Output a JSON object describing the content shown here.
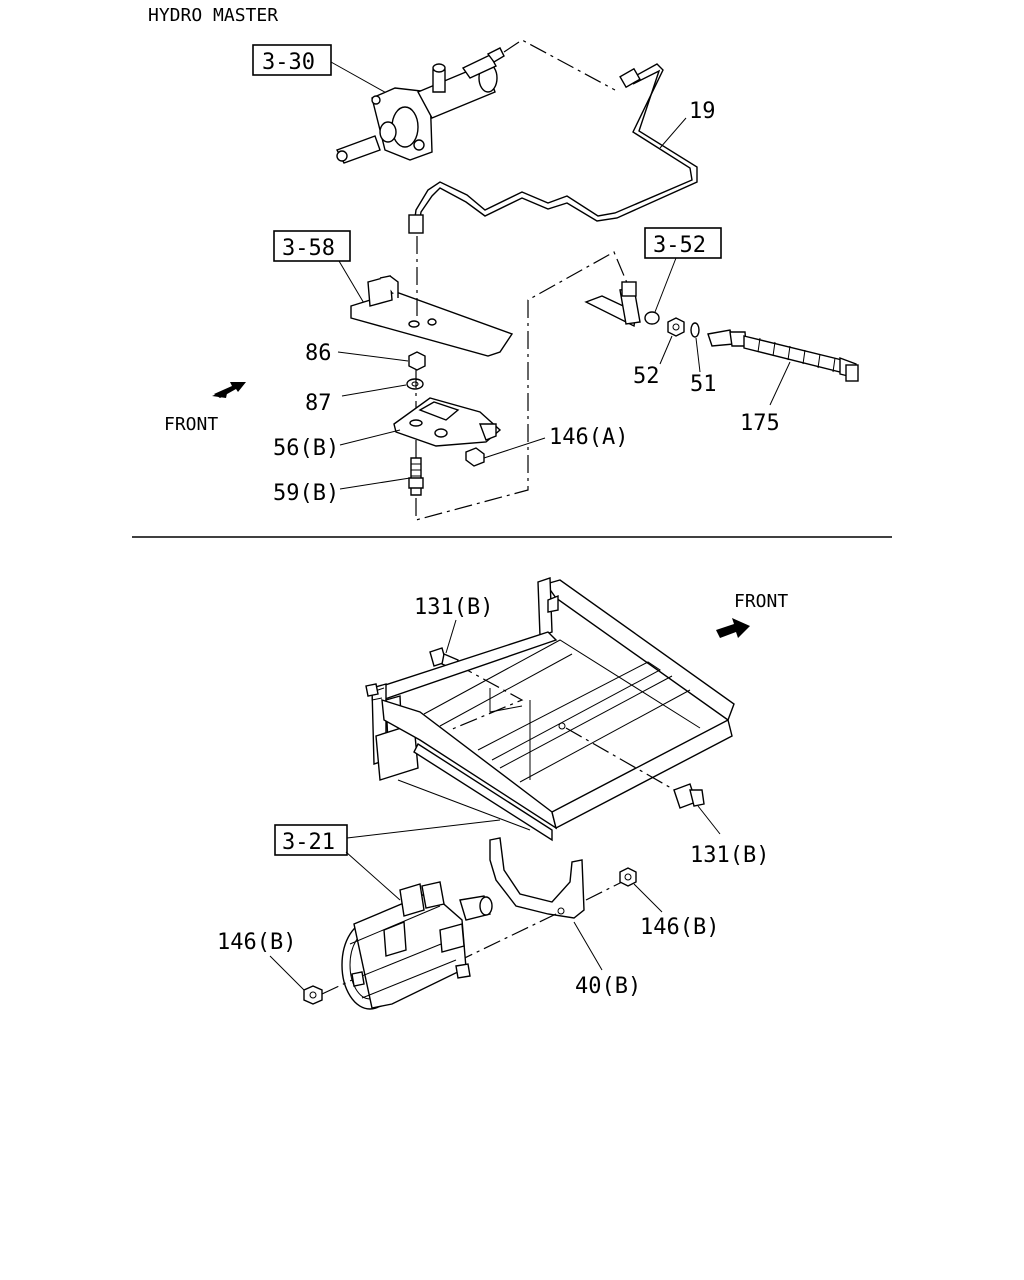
{
  "title": "HYDRO MASTER",
  "top": {
    "refs": {
      "r330": "3-30",
      "r358": "3-58",
      "r352": "3-52"
    },
    "labels": {
      "p19": "19",
      "p86": "86",
      "p87": "87",
      "p56b": "56(B)",
      "p59b": "59(B)",
      "p146a": "146(A)",
      "p52": "52",
      "p51": "51",
      "p175": "175"
    },
    "front": "FRONT"
  },
  "bottom": {
    "refs": {
      "r321": "3-21"
    },
    "labels": {
      "p131b_top": "131(B)",
      "p131b_right": "131(B)",
      "p146b_right": "146(B)",
      "p146b_left": "146(B)",
      "p40b": "40(B)"
    },
    "front": "FRONT"
  }
}
